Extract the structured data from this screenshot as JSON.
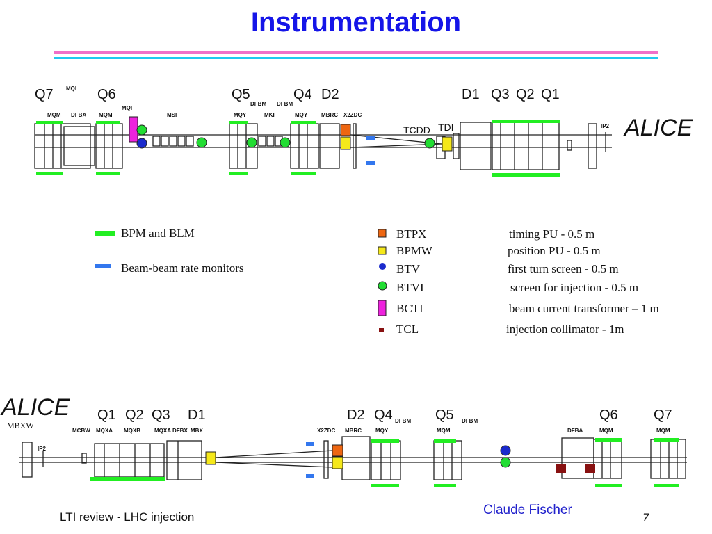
{
  "title": "Instrumentation",
  "colors": {
    "title": "#1515e8",
    "rule_pink": "#f070c8",
    "rule_cyan": "#20c8f0",
    "bpm_blm": "#22ee22",
    "beam_beam": "#3377ee",
    "btpx": "#ee6611",
    "bpmw": "#f5e81a",
    "btv": "#1a2acc",
    "btvi": "#22dd33",
    "bcti": "#ee22dd",
    "tcl": "#881111"
  },
  "top_diagram": {
    "magnets": [
      "Q7",
      "Q6",
      "Q5",
      "Q4",
      "D2",
      "D1",
      "Q3",
      "Q2",
      "Q1"
    ],
    "small_labels": [
      "MQI",
      "MQM",
      "DFBA",
      "MQM",
      "MQI",
      "MSI",
      "MQY",
      "DFBM",
      "MKI",
      "DFBM",
      "MQY",
      "MBRC",
      "X2ZDC",
      "IP2"
    ],
    "device_labels": [
      "TCDD",
      "TDI"
    ],
    "experiment": "ALICE"
  },
  "legend": {
    "left": [
      {
        "icon": "green-bar",
        "label": "BPM and BLM"
      },
      {
        "icon": "blue-bar",
        "label": "Beam-beam rate monitors"
      }
    ],
    "right": [
      {
        "name": "BTPX",
        "desc": "timing PU  -  0.5 m"
      },
      {
        "name": "BPMW",
        "desc": "position  PU - 0.5 m"
      },
      {
        "name": "BTV",
        "desc": "first turn screen  - 0.5 m"
      },
      {
        "name": "BTVI",
        "desc": "screen for injection  - 0.5 m"
      },
      {
        "name": "BCTI",
        "desc": "beam current transformer – 1 m"
      },
      {
        "name": "TCL",
        "desc": "injection collimator -      1m"
      }
    ]
  },
  "bottom_diagram": {
    "experiment": "ALICE",
    "mbxw": "MBXW",
    "magnets": [
      "Q1",
      "Q2",
      "Q3",
      "D1",
      "D2",
      "Q4",
      "Q5",
      "Q6",
      "Q7"
    ],
    "small_labels": [
      "IP2",
      "MCBW",
      "MQXA",
      "MQXB",
      "MQXA",
      "DFBX",
      "MBX",
      "X2ZDC",
      "MBRC",
      "MQY",
      "DFBM",
      "MQM",
      "DFBM",
      "DFBA",
      "MQM",
      "MQM"
    ]
  },
  "footer": {
    "left": "LTI review - LHC injection",
    "author": "Claude Fischer",
    "page": "7"
  }
}
